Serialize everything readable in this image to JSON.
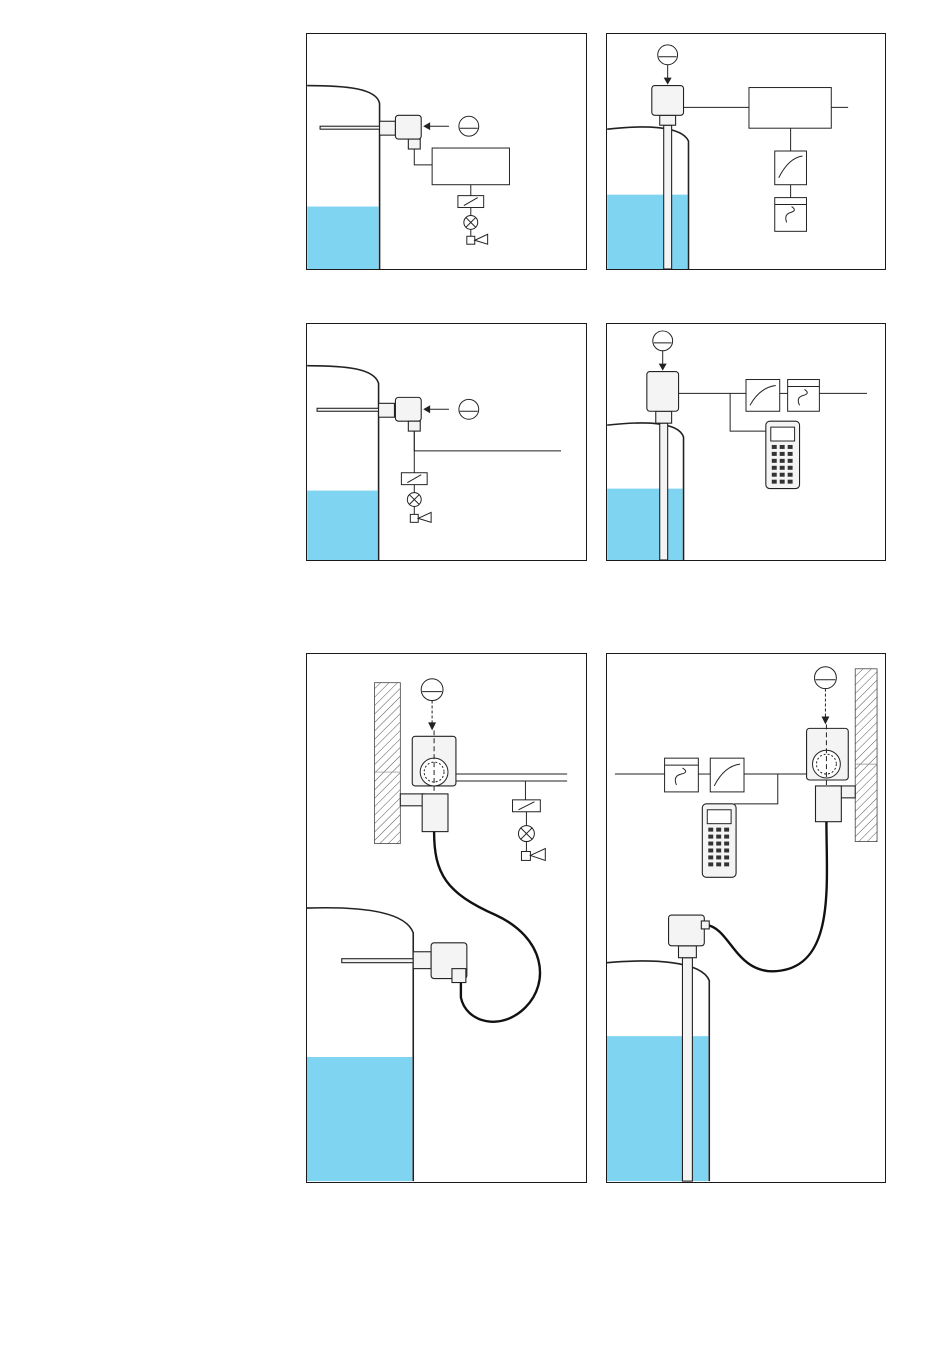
{
  "colors": {
    "liquid": "#7fd4f2",
    "line": "#222222",
    "background": "#ffffff"
  },
  "panels": [
    {
      "id": "top-left",
      "description": "lateral-probe-with-relay-unit-and-alarm"
    },
    {
      "id": "top-right",
      "description": "vertical-probe-with-transmitter-and-recorder"
    },
    {
      "id": "middle-left",
      "description": "lateral-probe-with-direct-relay-alarm"
    },
    {
      "id": "middle-right",
      "description": "vertical-probe-with-handheld-terminal"
    },
    {
      "id": "bottom-left",
      "description": "remote-electronics-wall-mount-lateral-probe"
    },
    {
      "id": "bottom-right",
      "description": "remote-electronics-wall-mount-vertical-probe-handheld"
    }
  ]
}
